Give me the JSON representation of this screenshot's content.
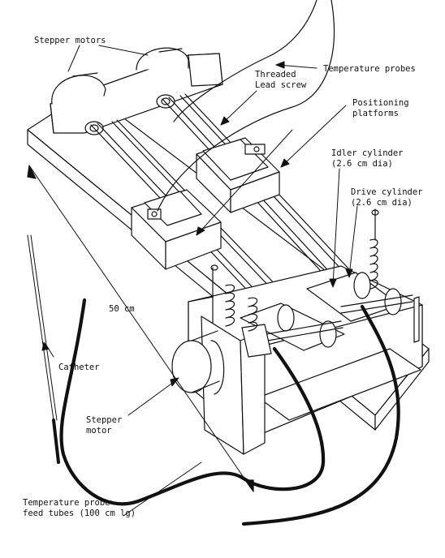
{
  "labels": {
    "stepper_motors": "Stepper motors",
    "temperature_probes": "Temperature probes",
    "threaded_lead_screw": [
      "Threaded",
      "Lead screw"
    ],
    "positioning_platforms": [
      "Positioning",
      "platforms"
    ],
    "idler_cylinder": [
      "Idler cylinder",
      "(2.6 cm dia)"
    ],
    "drive_cylinder": [
      "Drive cylinder",
      "(2.6 cm dia)"
    ],
    "length": "50 cm",
    "catheter": "Catheter",
    "stepper_motor": [
      "Stepper",
      "motor"
    ],
    "feed_tubes": [
      "Temperature probe",
      "feed tubes (100 cm lg)"
    ]
  },
  "colors": {
    "ink": "#111111",
    "paper": "#ffffff"
  }
}
